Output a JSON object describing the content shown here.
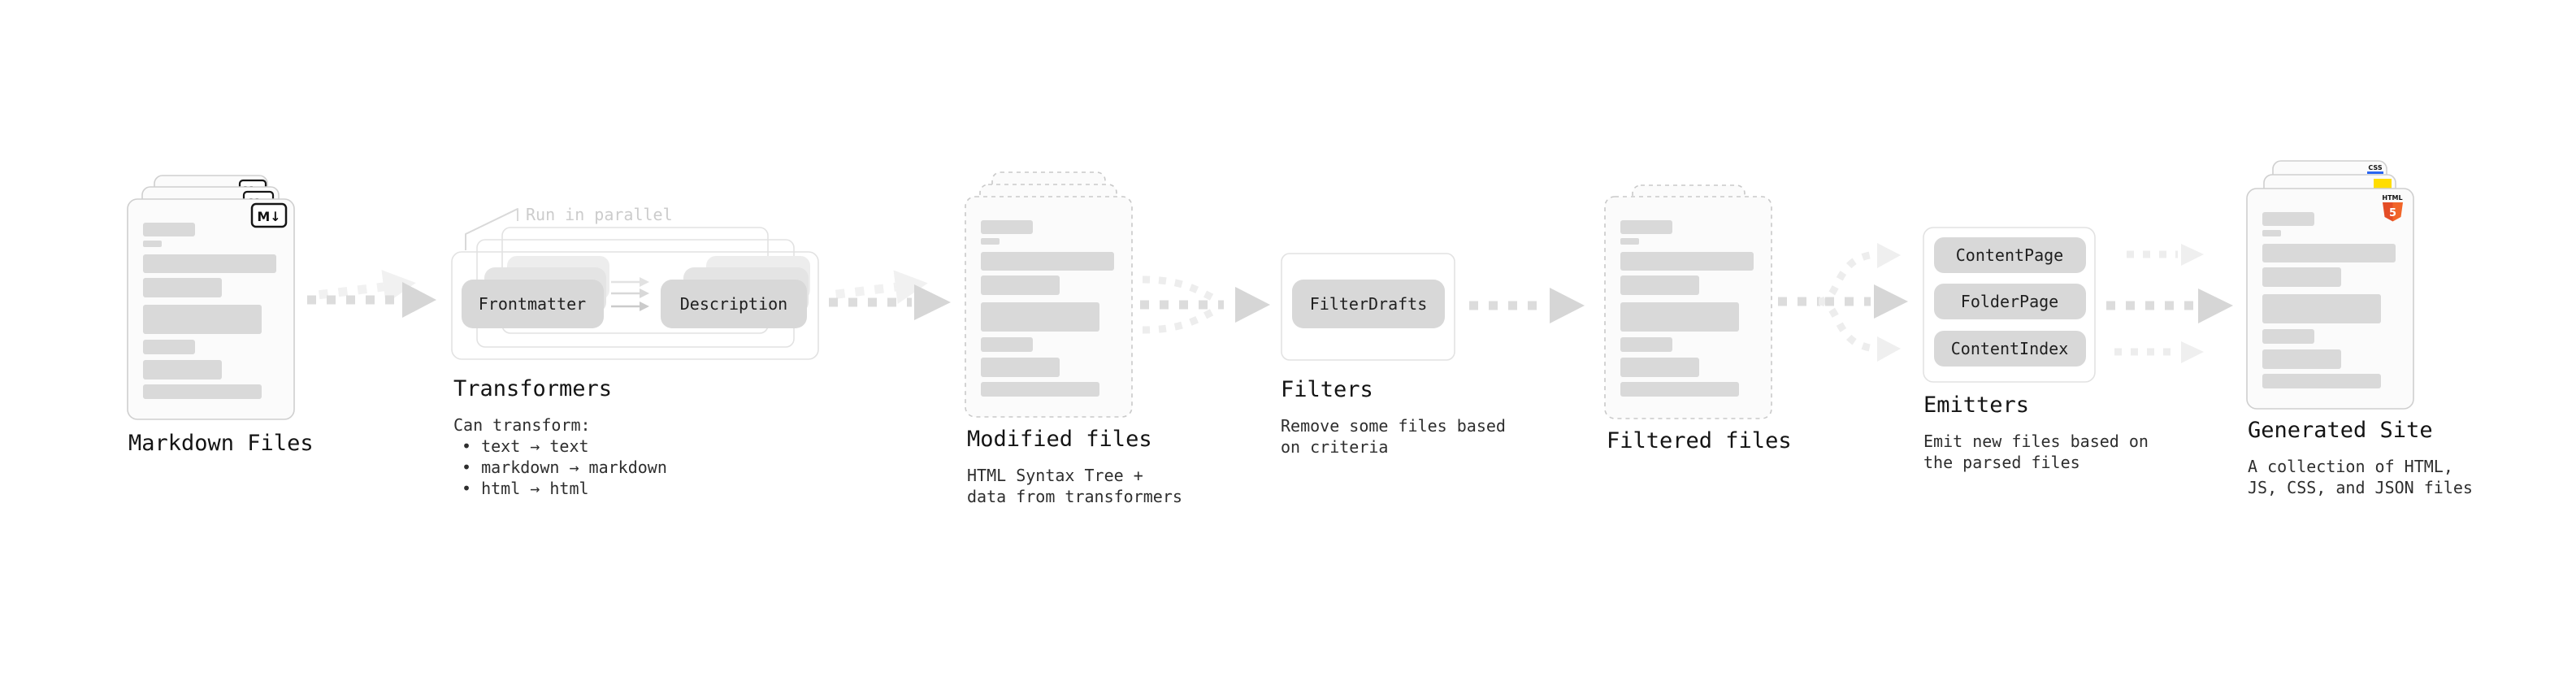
{
  "colors": {
    "css_blue": "#2965f1",
    "js_yellow": "#ffdd00",
    "html5_orange": "#e44d26",
    "html5_orange_light": "#f16529"
  },
  "stages": {
    "markdown": {
      "label": "Markdown Files",
      "badge": "M↓"
    },
    "transformers": {
      "label": "Transformers",
      "annotation": "Run in parallel",
      "pill_a": "Frontmatter",
      "pill_b": "Description",
      "desc": [
        "Can transform:",
        "• text → text",
        "• markdown → markdown",
        "• html → html"
      ]
    },
    "modified": {
      "label": "Modified files",
      "desc": [
        "HTML Syntax Tree +",
        "data from transformers"
      ]
    },
    "filters": {
      "label": "Filters",
      "pill": "FilterDrafts",
      "desc": [
        "Remove some files based",
        "on criteria"
      ]
    },
    "filtered": {
      "label": "Filtered files"
    },
    "emitters": {
      "label": "Emitters",
      "pills": [
        "ContentPage",
        "FolderPage",
        "ContentIndex"
      ],
      "desc": [
        "Emit new files based on",
        "the parsed files"
      ]
    },
    "generated": {
      "label": "Generated Site",
      "badge_css": "CSS",
      "badge_html": "HTML",
      "badge_html_number": "5",
      "desc": [
        "A collection of HTML,",
        "JS, CSS, and JSON files"
      ]
    }
  }
}
